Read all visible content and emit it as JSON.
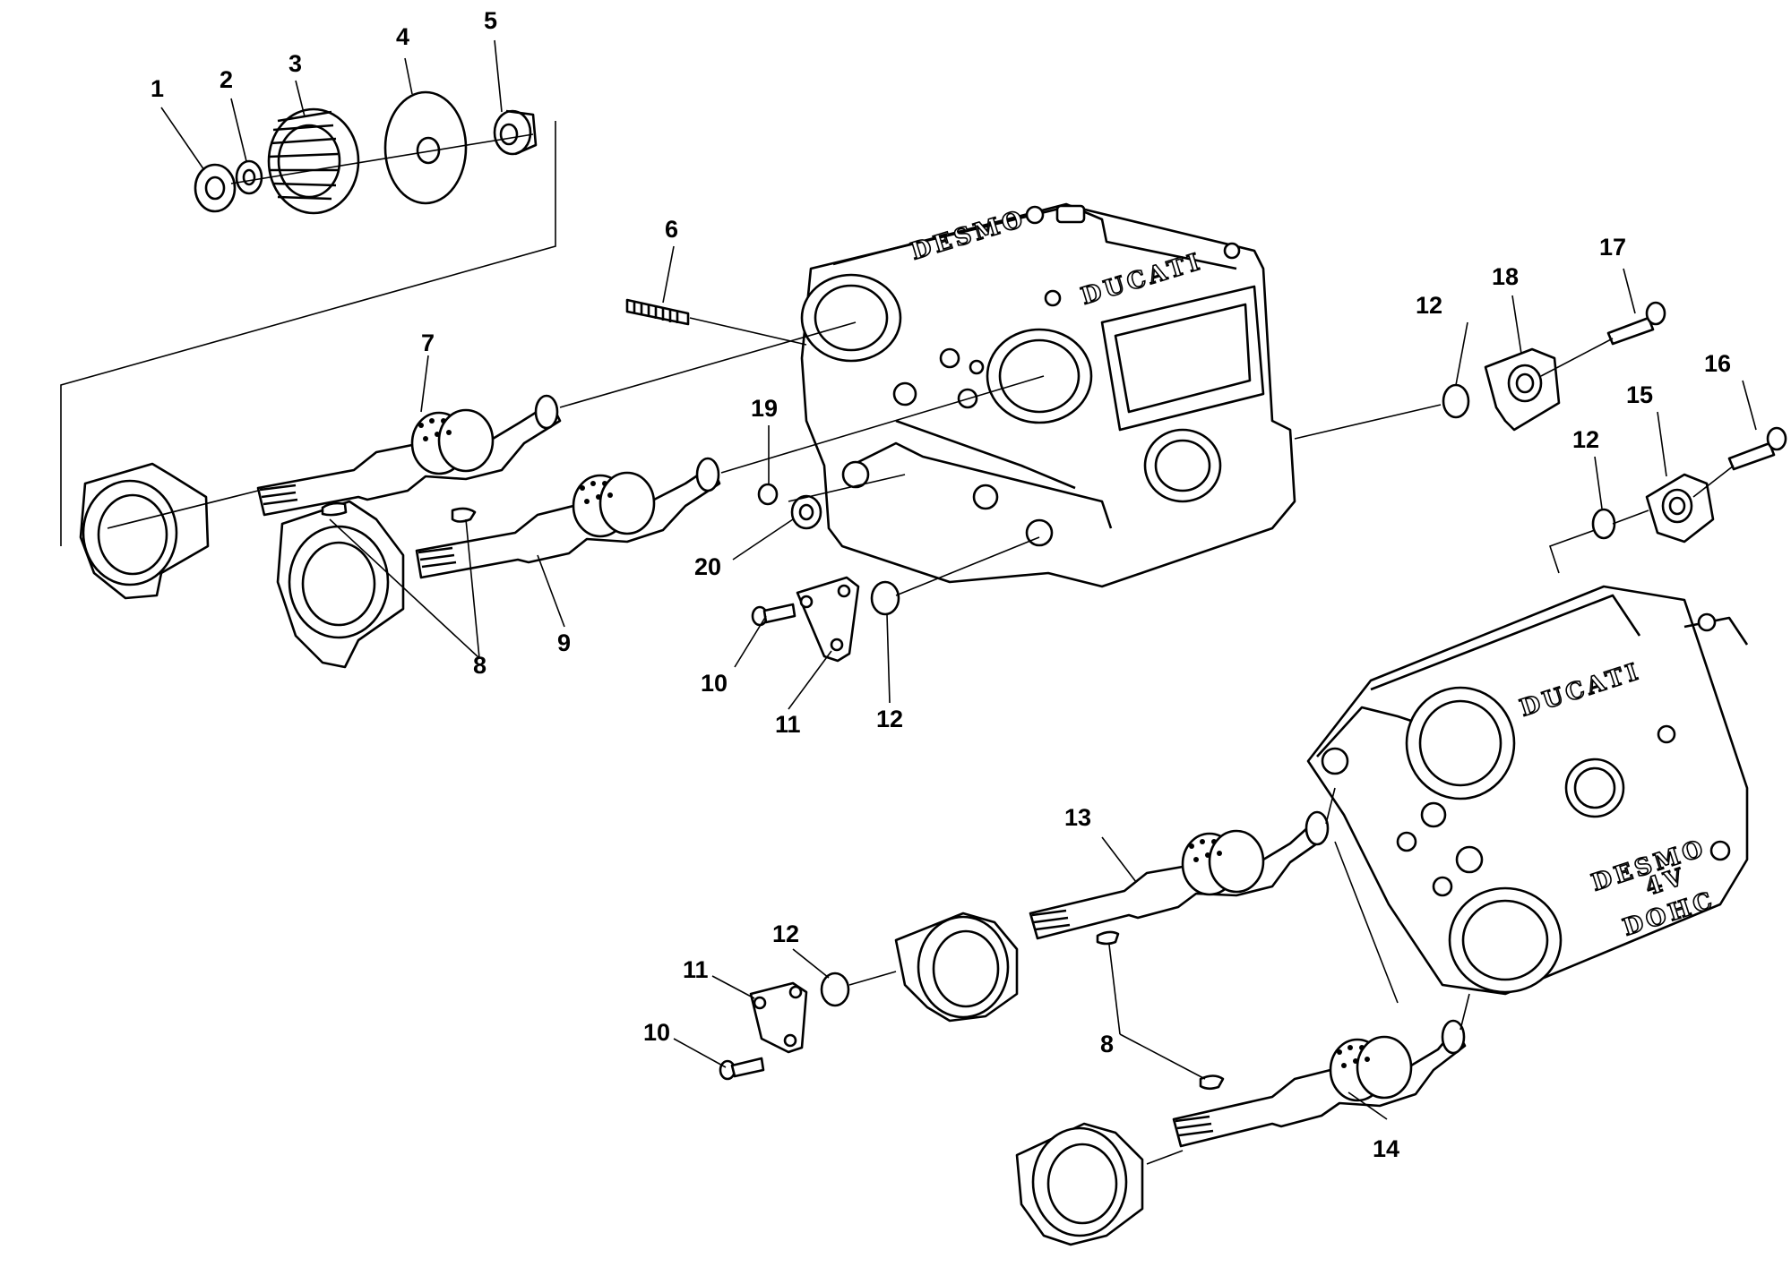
{
  "diagram": {
    "callouts": [
      {
        "id": "c1",
        "text": "1"
      },
      {
        "id": "c2",
        "text": "2"
      },
      {
        "id": "c3",
        "text": "3"
      },
      {
        "id": "c4",
        "text": "4"
      },
      {
        "id": "c5",
        "text": "5"
      },
      {
        "id": "c6",
        "text": "6"
      },
      {
        "id": "c7",
        "text": "7"
      },
      {
        "id": "c8a",
        "text": "8"
      },
      {
        "id": "c9",
        "text": "9"
      },
      {
        "id": "c10a",
        "text": "10"
      },
      {
        "id": "c11a",
        "text": "11"
      },
      {
        "id": "c12a",
        "text": "12"
      },
      {
        "id": "c12b",
        "text": "12"
      },
      {
        "id": "c12c",
        "text": "12"
      },
      {
        "id": "c12d",
        "text": "12"
      },
      {
        "id": "c13",
        "text": "13"
      },
      {
        "id": "c14",
        "text": "14"
      },
      {
        "id": "c15",
        "text": "15"
      },
      {
        "id": "c16",
        "text": "16"
      },
      {
        "id": "c17",
        "text": "17"
      },
      {
        "id": "c18",
        "text": "18"
      },
      {
        "id": "c19",
        "text": "19"
      },
      {
        "id": "c20",
        "text": "20"
      },
      {
        "id": "c8b",
        "text": "8"
      },
      {
        "id": "c10b",
        "text": "10"
      },
      {
        "id": "c11b",
        "text": "11"
      }
    ],
    "markings": {
      "upper_head_desmo": "DESMO",
      "upper_head_ducati": "DUCATI",
      "lower_head_ducati": "DUCATI",
      "lower_head_desmo": "DESMO",
      "lower_head_4v": "4V",
      "lower_head_dohc": "DOHC"
    }
  }
}
